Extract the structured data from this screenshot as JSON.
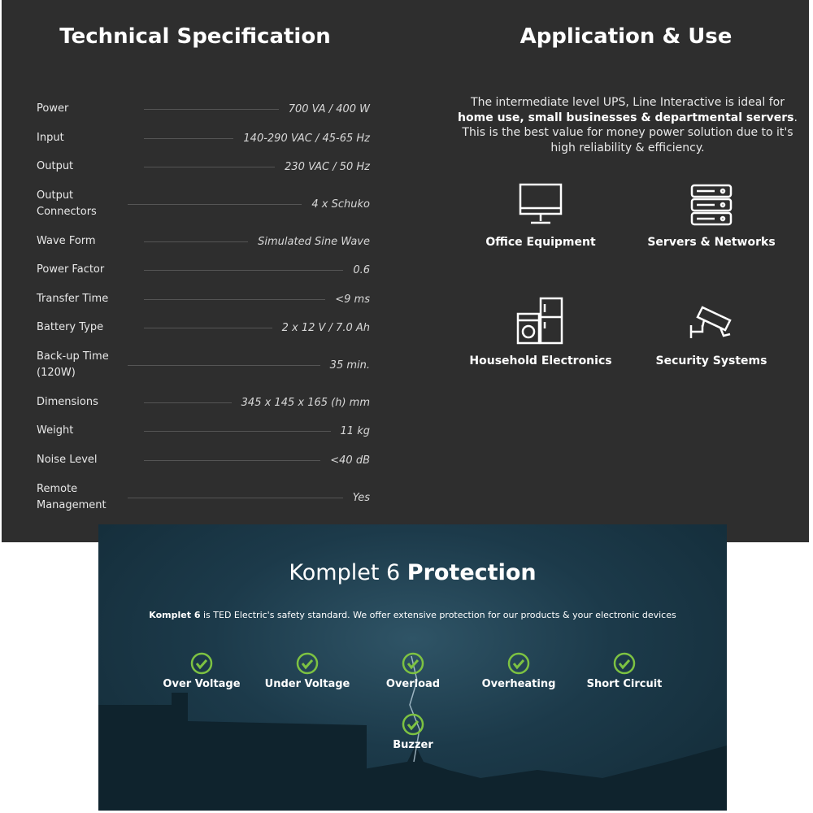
{
  "spec": {
    "title": "Technical Specification",
    "rows": [
      {
        "label": "Power",
        "value": "700 VA / 400 W"
      },
      {
        "label": "Input",
        "value": "140-290 VAC / 45-65 Hz"
      },
      {
        "label": "Output",
        "value": "230 VAC / 50 Hz"
      },
      {
        "label": "Output Connectors",
        "value": "4 x Schuko"
      },
      {
        "label": "Wave Form",
        "value": "Simulated Sine Wave"
      },
      {
        "label": "Power Factor",
        "value": "0.6"
      },
      {
        "label": "Transfer Time",
        "value": "<9 ms"
      },
      {
        "label": "Battery Type",
        "value": "2 x 12 V / 7.0 Ah"
      },
      {
        "label": "Back-up Time (120W)",
        "value": "35 min."
      },
      {
        "label": "Dimensions",
        "value": "345 x 145 x 165 (h) mm"
      },
      {
        "label": "Weight",
        "value": "11 kg"
      },
      {
        "label": "Noise Level",
        "value": "<40 dB"
      },
      {
        "label": "Remote Management",
        "value": "Yes"
      }
    ]
  },
  "app": {
    "title": "Application & Use",
    "p1": "The intermediate level UPS, Line Interactive is ideal for ",
    "bold": "home use, small businesses & departmental servers",
    "p2": ". This is the best value for money power solution due to it's high reliability & efficiency.",
    "items": [
      {
        "label": "Office Equipment",
        "icon": "monitor-icon"
      },
      {
        "label": "Servers & Networks",
        "icon": "server-icon"
      },
      {
        "label": "Household Electronics",
        "icon": "appliances-icon"
      },
      {
        "label": "Security Systems",
        "icon": "camera-icon"
      }
    ]
  },
  "protection": {
    "title_light": "Komplet 6 ",
    "title_bold": "Protection",
    "desc_bold": "Komplet 6",
    "desc": " is TED Electric's safety standard. We offer extensive protection for our products & your electronic devices",
    "features": [
      "Over Voltage",
      "Under Voltage",
      "Overload",
      "Overheating",
      "Short Circuit",
      "Buzzer"
    ],
    "check_color": "#7dc242"
  }
}
